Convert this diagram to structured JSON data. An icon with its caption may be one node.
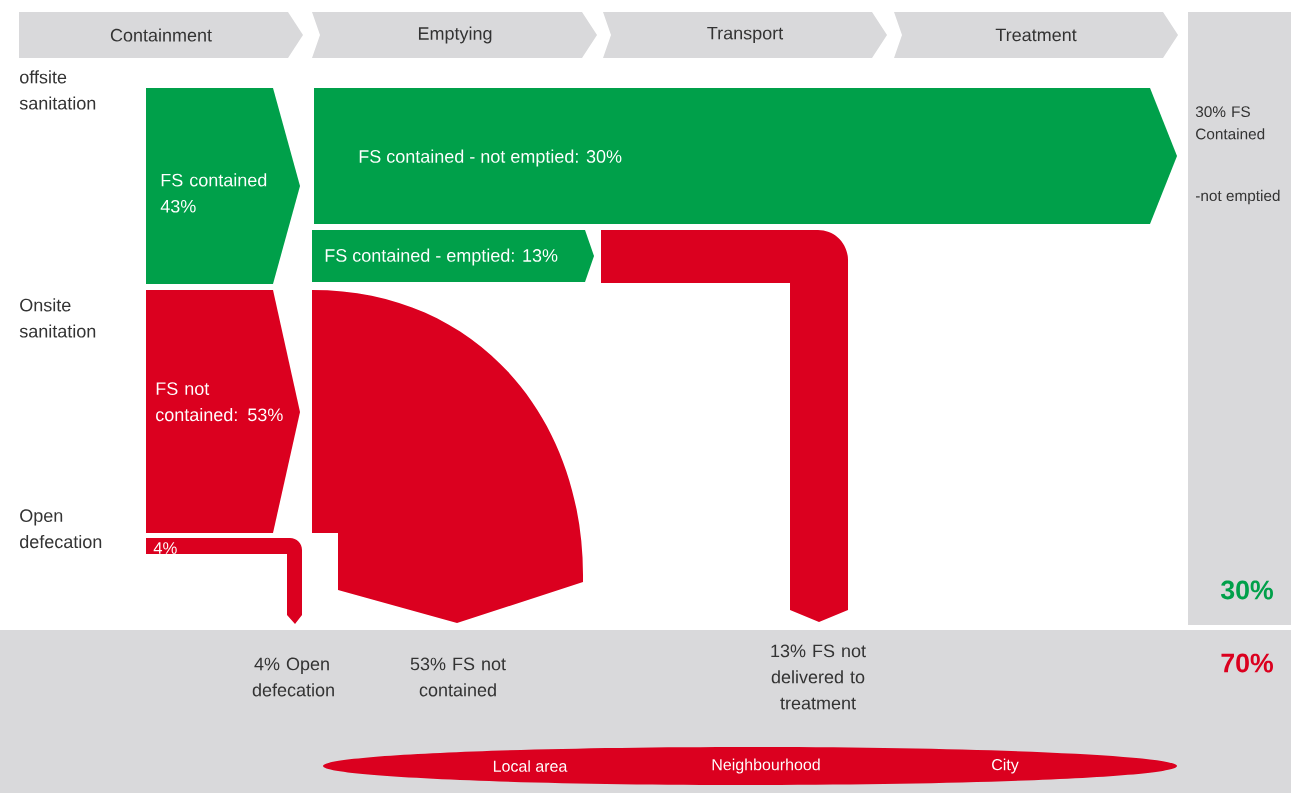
{
  "diagram": {
    "nodes": [
      {
        "text": [
          "Containment"
        ]
      },
      {
        "text": [
          "Emptying"
        ]
      },
      {
        "text": [
          "Transport"
        ]
      },
      {
        "text": [
          "Treatment"
        ]
      },
      {
        "text": [
          "30% FS Contained",
          "-not emptied",
          "30%"
        ]
      },
      {
        "text": [
          "FS contained 43%"
        ]
      },
      {
        "text": [
          "FS contained - not emptied: 30%"
        ]
      },
      {
        "text": [
          "FS contained - emptied: 13%"
        ]
      },
      {
        "text": [],
        "shape": "arrow"
      },
      {
        "text": [
          "FS not contained: 53%"
        ]
      },
      {
        "text": [],
        "shape": "arrow"
      },
      {
        "text": [
          "4%"
        ]
      },
      {
        "text": [
          "4% Open defecation",
          "53% FS not contained",
          "13% FS not delivered to treatment",
          "70%"
        ]
      },
      {
        "text": [
          "Local area",
          "Neighbourhood",
          "City"
        ],
        "in": 12
      }
    ],
    "labels": [
      "offsite sanitation",
      "Onsite sanitation",
      "Open defecation"
    ]
  }
}
